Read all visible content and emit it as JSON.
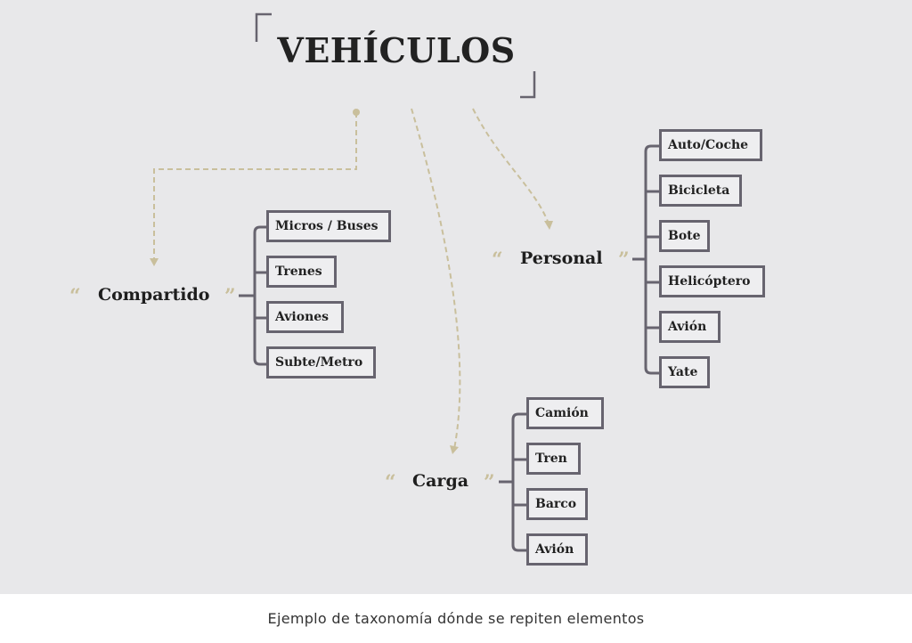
{
  "diagram": {
    "title": "VEHÍCULOS",
    "caption": "Ejemplo de taxonomía dónde se repiten elementos",
    "colors": {
      "connector": "#c9bf9c",
      "box_border": "#67646f",
      "background": "#e8e8ea"
    },
    "quote_open": "“",
    "quote_close": "”",
    "categories": {
      "compartido": {
        "label": "Compartido",
        "items": [
          "Micros / Buses",
          "Trenes",
          "Aviones",
          "Subte/Metro"
        ]
      },
      "personal": {
        "label": "Personal",
        "items": [
          "Auto/Coche",
          "Bicicleta",
          "Bote",
          "Helicóptero",
          "Avión",
          "Yate"
        ]
      },
      "carga": {
        "label": "Carga",
        "items": [
          "Camión",
          "Tren",
          "Barco",
          "Avión"
        ]
      }
    }
  }
}
